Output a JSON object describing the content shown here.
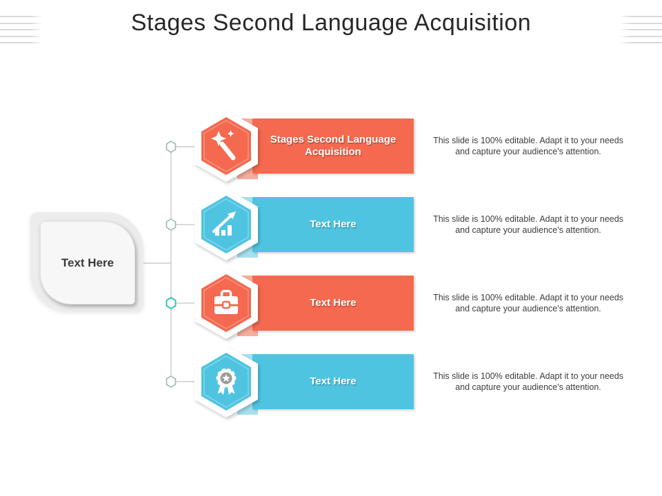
{
  "slide": {
    "title": "Stages Second Language Acquisition"
  },
  "left_box": {
    "label": "Text Here"
  },
  "rows": [
    {
      "label": "Stages Second Language Acquisition",
      "icon": "magic-wand-icon",
      "theme": "coral",
      "description": "This slide is 100% editable. Adapt it to your needs and capture your audience's attention."
    },
    {
      "label": "Text Here",
      "icon": "bar-chart-growth-icon",
      "theme": "cyan",
      "description": "This slide is 100% editable. Adapt it to your needs and capture your audience's attention."
    },
    {
      "label": "Text Here",
      "icon": "briefcase-icon",
      "theme": "coral",
      "description": "This slide is 100% editable. Adapt it to your needs and capture your audience's attention."
    },
    {
      "label": "Text Here",
      "icon": "award-rosette-icon",
      "theme": "cyan",
      "description": "This slide is 100% editable. Adapt it to your needs and capture your audience's attention."
    }
  ],
  "colors": {
    "coral": "#F4694F",
    "coral_light": "#F8AC9D",
    "cyan": "#4FC4E1",
    "cyan_light": "#A7DFF0",
    "connector_line": "#C9CDCD",
    "node_outline_muted": "#9BB7B1",
    "node_outline_bright": "#2FC5B9",
    "title_text": "#282828",
    "body_text": "#3C3C3C",
    "rosette_inner_circle": "#9B9B9B"
  }
}
